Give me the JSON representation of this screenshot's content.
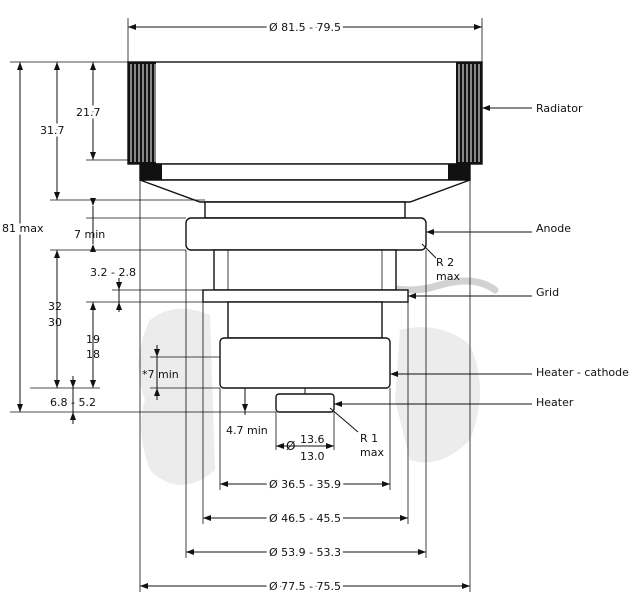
{
  "dimensions": {
    "dia_radiator": "Ø 81.5 - 79.5",
    "h_total": "81 max",
    "h_31_7": "31.7",
    "h_21_7": "21.7",
    "h_7min": "7 min",
    "r_3228": "3.2 - 2.8",
    "h_32": "32",
    "h_30": "30",
    "h_19": "19",
    "h_18": "18",
    "h_7min_star": "*7 min",
    "h_6852": "6.8 - 5.2",
    "h_47min": "4.7 min",
    "dia_heater_symbol": "Ø",
    "dia_heater_top": "13.6",
    "dia_heater_bottom": "13.0",
    "dia_hc": "Ø 36.5 - 35.9",
    "dia_grid": "Ø 46.5 - 45.5",
    "dia_anode": "Ø 53.9 - 53.3",
    "dia_base": "Ø 77.5 - 75.5",
    "r2_label": "R 2",
    "r2_max": "max",
    "r1_label": "R 1",
    "r1_max": "max"
  },
  "labels": {
    "radiator": "Radiator",
    "anode": "Anode",
    "grid": "Grid",
    "heater_cathode": "Heater - cathode",
    "heater": "Heater"
  }
}
